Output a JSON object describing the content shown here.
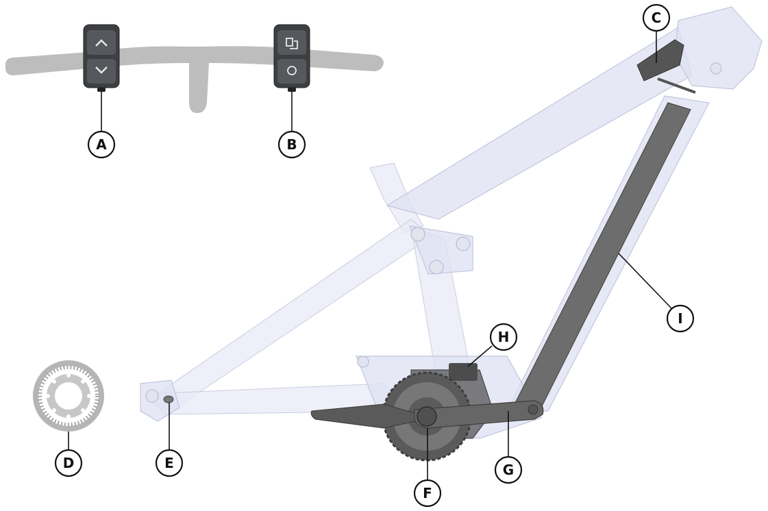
{
  "callouts": {
    "A": "A",
    "B": "B",
    "C": "C",
    "D": "D",
    "E": "E",
    "F": "F",
    "G": "G",
    "H": "H",
    "I": "I"
  },
  "colors": {
    "frame": "#dfe2f2",
    "battery": "#6d6d6d",
    "handlebar": "#bdbdbd",
    "remote": "#3d3f42",
    "callout_stroke": "#111111"
  },
  "icons": {
    "left_remote_up": "chevron-up-icon",
    "left_remote_down": "chevron-down-icon",
    "right_remote_top": "mode-toggle-icon",
    "right_remote_bottom": "power-circle-icon"
  }
}
